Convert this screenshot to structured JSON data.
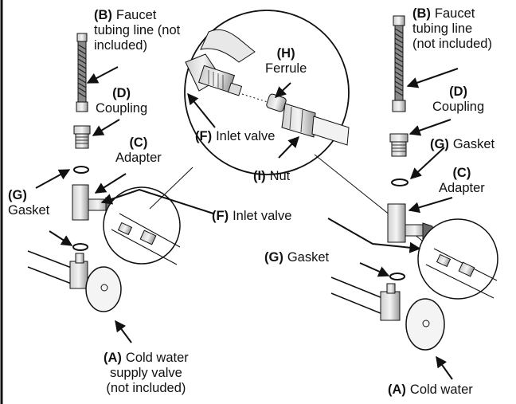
{
  "left": {
    "faucet_tubing": {
      "letter": "(B)",
      "line1": "Faucet",
      "line2": "tubing line (not",
      "line3": "included)"
    },
    "coupling": {
      "letter": "(D)",
      "text": "Coupling"
    },
    "adapter": {
      "letter": "(C)",
      "text": "Adapter"
    },
    "gasket": {
      "letter": "(G)",
      "text": "Gasket"
    },
    "cold_water": {
      "letter": "(A)",
      "line1": "Cold water",
      "line2": "supply valve",
      "line3": "(not included)"
    }
  },
  "center": {
    "ferrule": {
      "letter": "(H)",
      "text": "Ferrule"
    },
    "inlet_valve_detail": {
      "letter": "(F)",
      "text": "Inlet valve"
    },
    "nut": {
      "letter": "(I)",
      "text": "Nut"
    },
    "inlet_valve": {
      "letter": "(F)",
      "text": "Inlet valve"
    }
  },
  "right": {
    "faucet_tubing": {
      "letter": "(B)",
      "line1": "Faucet",
      "line2": "tubing line",
      "line3": "(not included)"
    },
    "coupling": {
      "letter": "(D)",
      "text": "Coupling"
    },
    "gasket_top": {
      "letter": "(G)",
      "text": "Gasket"
    },
    "adapter": {
      "letter": "(C)",
      "text": "Adapter"
    },
    "gasket_bottom": {
      "letter": "(G)",
      "text": "Gasket"
    },
    "cold_water": {
      "letter": "(A)",
      "text": "Cold water"
    }
  }
}
